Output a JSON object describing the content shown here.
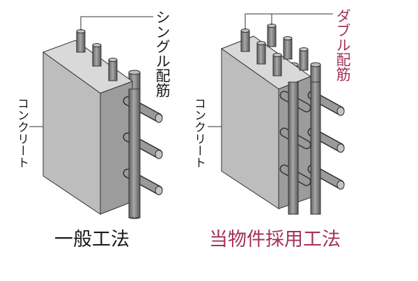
{
  "colors": {
    "accent": "#a3315a",
    "text": "#1a1a1a",
    "line": "#333333",
    "face_front": "#bdbdbd",
    "face_side": "#9a9a9a",
    "face_top": "#dadada",
    "bar": "#7a7a7a"
  },
  "left_diagram": {
    "bar_label": "シングル配筋",
    "concrete_label": "コンクリート",
    "caption": "一般工法"
  },
  "right_diagram": {
    "bar_label": "ダブル配筋",
    "concrete_label": "コンクリート",
    "caption": "当物件採用工法"
  }
}
